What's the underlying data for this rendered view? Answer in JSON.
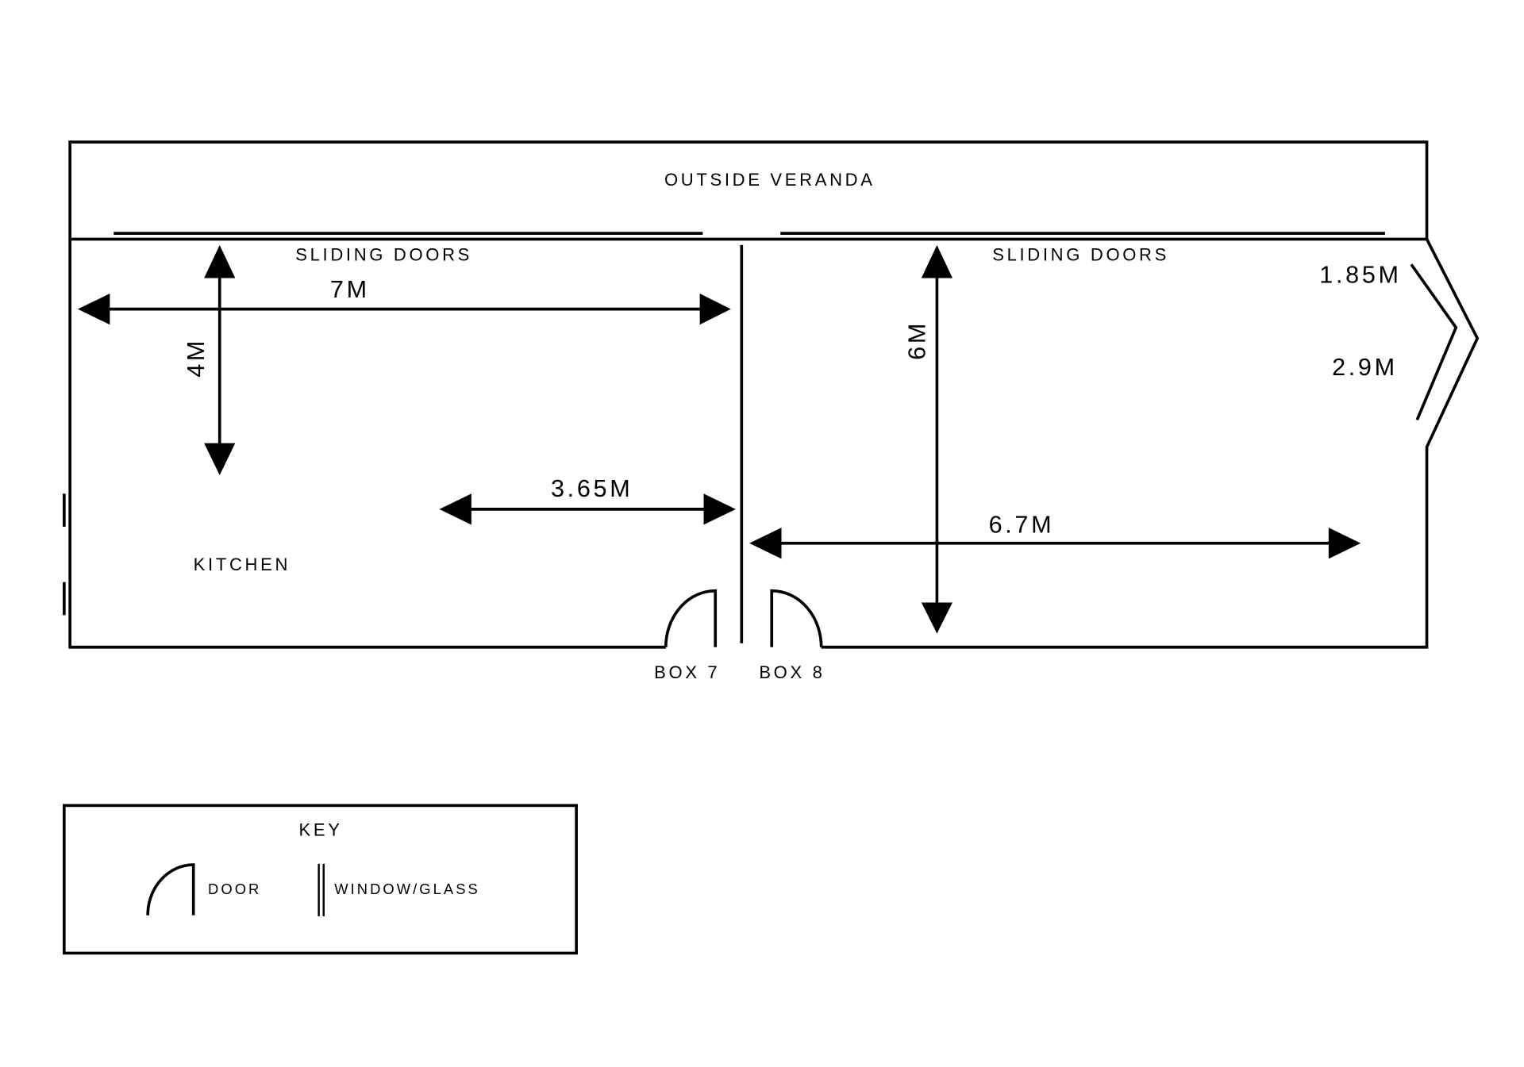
{
  "labels": {
    "veranda": "OUTSIDE VERANDA",
    "sliding_left": "SLIDING DOORS",
    "sliding_right": "SLIDING DOORS",
    "kitchen": "KITCHEN",
    "box7": "BOX 7",
    "box8": "BOX 8"
  },
  "dimensions": {
    "width_left": "7M",
    "depth_left": "4M",
    "kitchen_width": "3.65M",
    "depth_right": "6M",
    "width_right": "6.7M",
    "bay_top": "1.85M",
    "bay_bottom": "2.9M"
  },
  "key": {
    "title": "KEY",
    "door": "DOOR",
    "window": "WINDOW/GLASS"
  }
}
